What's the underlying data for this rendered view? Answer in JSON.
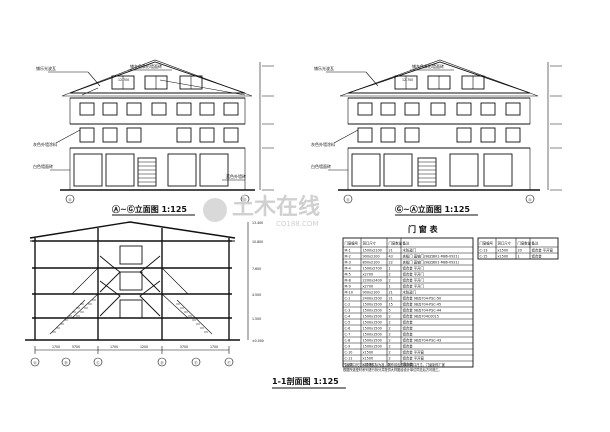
{
  "titles": {
    "elevation_left": "Ⓐ~Ⓖ立面图 1:125",
    "elevation_right": "Ⓖ~Ⓐ立面图 1:125",
    "section": "1-1剖面图 1:125",
    "schedule": "门  窗  表"
  },
  "watermark": {
    "cn": "土木在线",
    "en": "CO188.COM"
  },
  "elevation_notes": {
    "top_left": "铺乐光波瓦",
    "top_right": "铺灰色条形墙面砖",
    "middle": "灰色外墙涂料",
    "lower": "白色墙面砖",
    "right": "蓝色外墙砖",
    "top_dim": "12.700"
  },
  "axis_labels": {
    "left_elev": [
      "Ⓐ",
      "Ⓖ"
    ],
    "right_elev": [
      "Ⓖ",
      "Ⓐ"
    ],
    "section": [
      "Ⓐ",
      "Ⓑ",
      "Ⓒ",
      "Ⓓ",
      "Ⓔ",
      "Ⓕ"
    ]
  },
  "section_dims": [
    "1700",
    "5700",
    "1700",
    "1200",
    "5700",
    "1700"
  ],
  "section_levels": [
    "13.400",
    "10.800",
    "7.600",
    "4.500",
    "1.500",
    "±0.000"
  ],
  "schedule_left": {
    "headers": [
      "门窗编号",
      "洞口尺寸",
      "门窗数量",
      "备注"
    ],
    "rows": [
      [
        "M-1",
        "1500x2100",
        "21",
        "木防盗门"
      ],
      [
        "M-2",
        "900x2100",
        "43",
        "夹板门 直轴门(98ZJ601-M86-0921)"
      ],
      [
        "M-3",
        "800x2100",
        "22",
        "夹板门 直轴门(98ZJ601-M86-0921)"
      ],
      [
        "M-4",
        "1500x2700",
        "1",
        "铝合金 平开门"
      ],
      [
        "M-5",
        "x2700",
        "2",
        "铝合金 平开门"
      ],
      [
        "M-8",
        "2200x2400",
        "2",
        "铝合金 平开门"
      ],
      [
        "M-9",
        "x2700",
        "1",
        "铝合金 平开门"
      ],
      [
        "M-10",
        "900x2100",
        "21",
        "木防盗门"
      ],
      [
        "C-1",
        "2400x1500",
        "21",
        "铝合金 98ZJ704-PSC-50"
      ],
      [
        "C-2",
        "1500x1500",
        "15",
        "铝合金 98ZJ704-PSC-45"
      ],
      [
        "C-3",
        "1500x1500",
        "5",
        "铝合金 98ZJ704-PSC-44"
      ],
      [
        "C-4",
        "1500x1500",
        "2",
        "铝合金 98ZJ704C0015"
      ],
      [
        "C-5",
        "1500x1500",
        "2",
        "铝合金"
      ],
      [
        "C-6",
        "1500x1500",
        "2",
        "铝合金"
      ],
      [
        "C-7",
        "1500x1500",
        "2",
        "铝合金"
      ],
      [
        "C-8",
        "1500x1500",
        "2",
        "铝合金 98ZJ704-PSC-43"
      ],
      [
        "C-9",
        "1500x1500",
        "2",
        "铝合金"
      ],
      [
        "C-10",
        "x1500",
        "2",
        "铝合金 平开窗"
      ],
      [
        "C-11",
        "x1500",
        "2",
        "铝合金 平开窗"
      ],
      [
        "C-12",
        "x1500",
        "2",
        "铝合金"
      ]
    ]
  },
  "schedule_right": {
    "headers": [
      "门窗编号",
      "洞口尺寸",
      "门窗数量",
      "备注"
    ],
    "rows": [
      [
        "C-13",
        "x1500",
        "20",
        "铝合金 平开窗"
      ],
      [
        "C-15",
        "x1500",
        "1",
        "铝合金"
      ]
    ],
    "note": "门窗洞口尺寸以现场实际为准，制作前应先核对洞口尺寸。门窗制作厂家根据所选型材系列进行拆分并提供大样图经设计单位同意后方可施工。"
  }
}
